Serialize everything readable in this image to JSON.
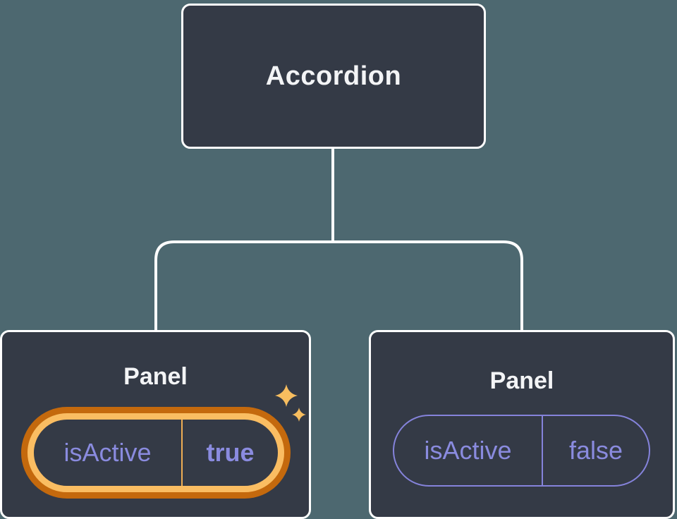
{
  "diagram_type": "component-tree",
  "tree": {
    "root": {
      "label": "Accordion"
    },
    "panels": [
      {
        "label": "Panel",
        "state_name": "isActive",
        "state_value": "true",
        "highlighted": true
      },
      {
        "label": "Panel",
        "state_name": "isActive",
        "state_value": "false",
        "highlighted": false
      }
    ]
  },
  "icons": {
    "sparkle_large": "four-point-sparkle",
    "sparkle_small": "four-point-sparkle"
  },
  "colors": {
    "background": "#4D6870",
    "node_fill": "#343A46",
    "node_border": "#FFFFFF",
    "connector_line": "#FFFFFF",
    "label_text": "#F3F4F6",
    "state_text": "#8A8BDF",
    "state_pill_border": "#8583DB",
    "highlight_ring_outer": "#C4690D",
    "highlight_ring_inner": "#FABD62",
    "sparkle": "#F7BD5F"
  }
}
